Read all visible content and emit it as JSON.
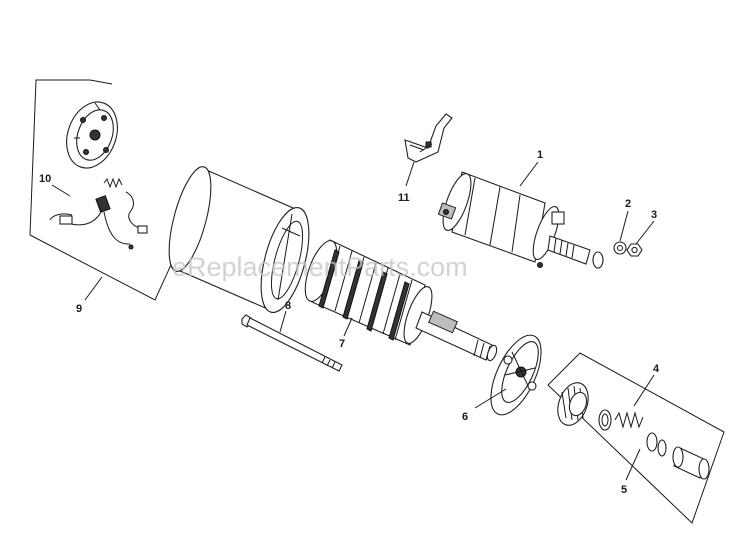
{
  "watermark": "eReplacementParts.com",
  "callouts": {
    "c1": "1",
    "c2": "2",
    "c3": "3",
    "c4": "4",
    "c5": "5",
    "c6": "6",
    "c7": "7",
    "c8": "8",
    "c9": "9",
    "c10": "10",
    "c11": "11"
  },
  "colors": {
    "ink": "#1a1a1a",
    "watermark": "#c4c4c4",
    "background": "#ffffff"
  }
}
